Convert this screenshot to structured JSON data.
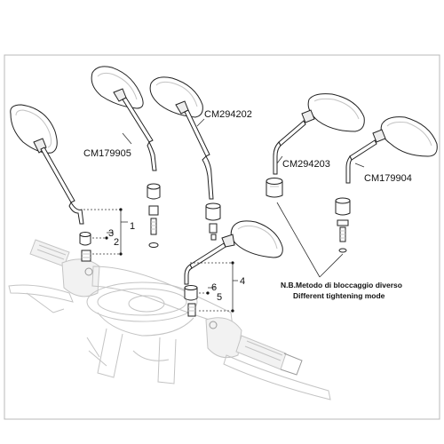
{
  "parts": [
    {
      "code": "CM179905"
    },
    {
      "code": "CM294202"
    },
    {
      "code": "CM294203"
    },
    {
      "code": "CM179904"
    }
  ],
  "callouts": [
    "1",
    "2",
    "3",
    "4",
    "5",
    "6"
  ],
  "note": {
    "line1": "N.B.Metodo di bloccaggio diverso",
    "line2": "Different tightening mode"
  }
}
